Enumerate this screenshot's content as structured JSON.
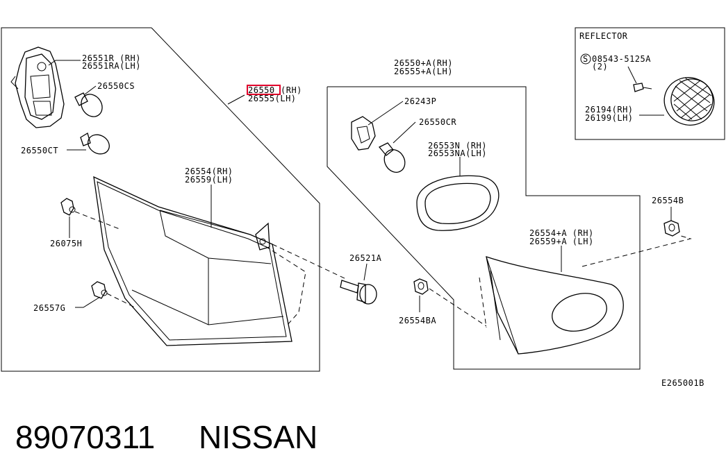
{
  "labels": {
    "p26551r": "26551R (RH)",
    "p26551ra": "26551RA(LH)",
    "p26550cs": "26550CS",
    "p26550ct": "26550CT",
    "p26550_code": "26550",
    "p26550_rh": "(RH)",
    "p26555": "26555(LH)",
    "p26554": "26554(RH)",
    "p26559": "26559(LH)",
    "p26075h": "26075H",
    "p26557g": "26557G",
    "p26550a": "26550+A(RH)",
    "p26555a": "26555+A(LH)",
    "p26243p": "26243P",
    "p26550cr": "26550CR",
    "p26553n": "26553N (RH)",
    "p26553na": "26553NA(LH)",
    "p26521a": "26521A",
    "p26554ba": "26554BA",
    "p26554a": "26554+A (RH)",
    "p26559a": "26559+A (LH)",
    "p26554b": "26554B",
    "reflector_title": "REFLECTOR",
    "screw_code": "08543-5125A",
    "screw_qty": "(2)",
    "p26194": "26194(RH)",
    "p26199": "26199(LH)",
    "diagram_code": "E265001B"
  },
  "footer": {
    "part_number": "89070311",
    "brand": "NISSAN"
  },
  "colors": {
    "highlight": "#e0002a",
    "line": "#000000",
    "background": "#ffffff"
  }
}
